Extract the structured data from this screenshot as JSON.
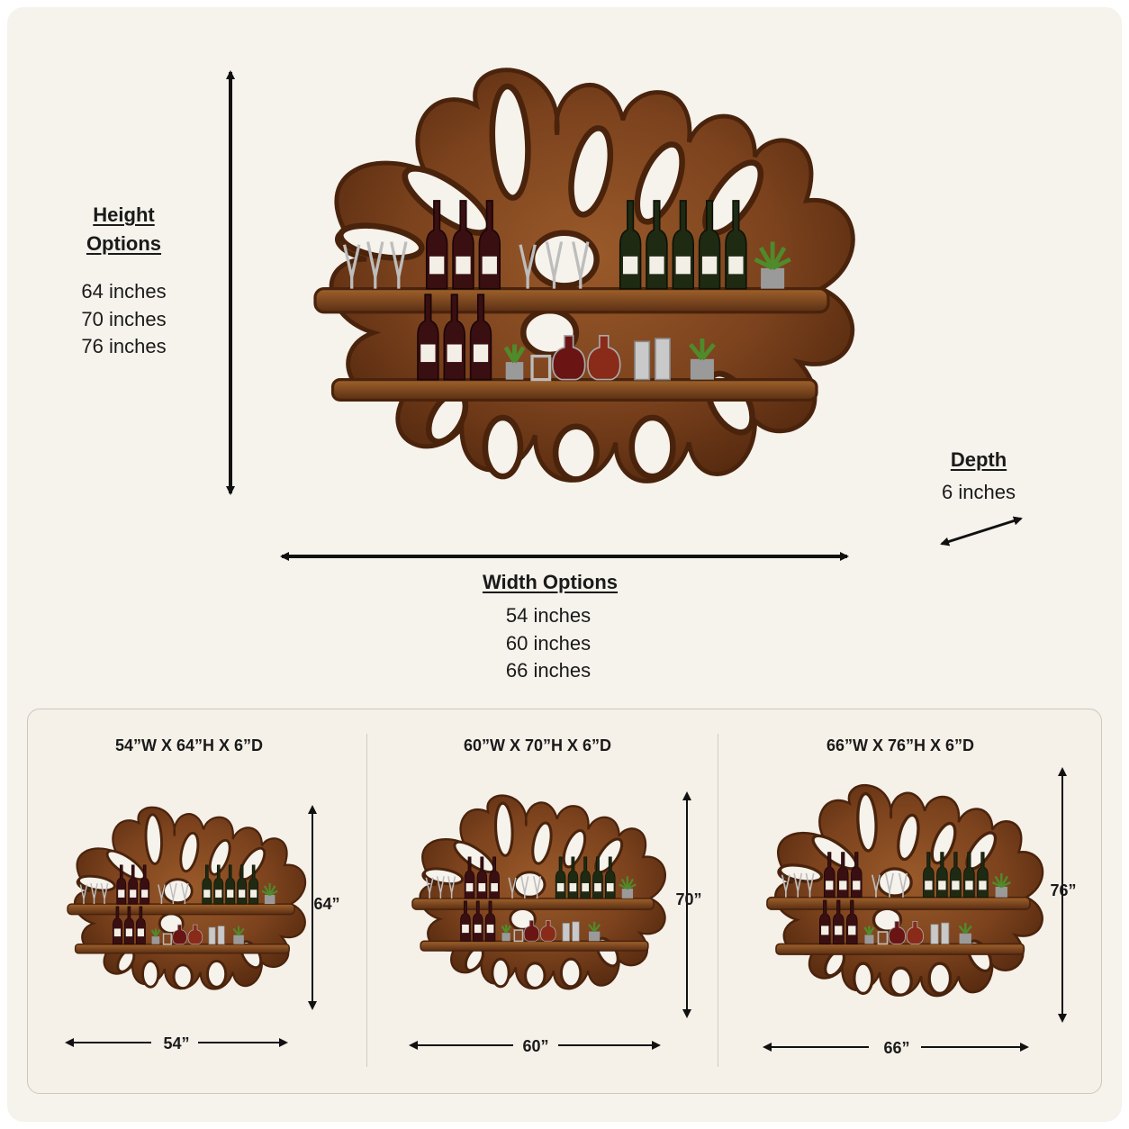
{
  "height": {
    "title_line1": "Height",
    "title_line2": "Options",
    "options": [
      "64 inches",
      "70 inches",
      "76 inches"
    ]
  },
  "width": {
    "title": "Width Options",
    "options": [
      "54 inches",
      "60 inches",
      "66 inches"
    ]
  },
  "depth": {
    "title": "Depth",
    "value": "6 inches"
  },
  "sizes": [
    {
      "title": "54”W X 64”H X 6”D",
      "width_label": "54”",
      "height_label": "64”"
    },
    {
      "title": "60”W X 70”H X 6”D",
      "width_label": "60”",
      "height_label": "70”"
    },
    {
      "title": "66”W X 76”H X 6”D",
      "width_label": "66”",
      "height_label": "76”"
    }
  ],
  "colors": {
    "background": "#f6f2ec",
    "wood_dark": "#5a2f14",
    "wood_mid": "#7e4620",
    "wood_light": "#a8692f",
    "arrow": "#111111"
  }
}
